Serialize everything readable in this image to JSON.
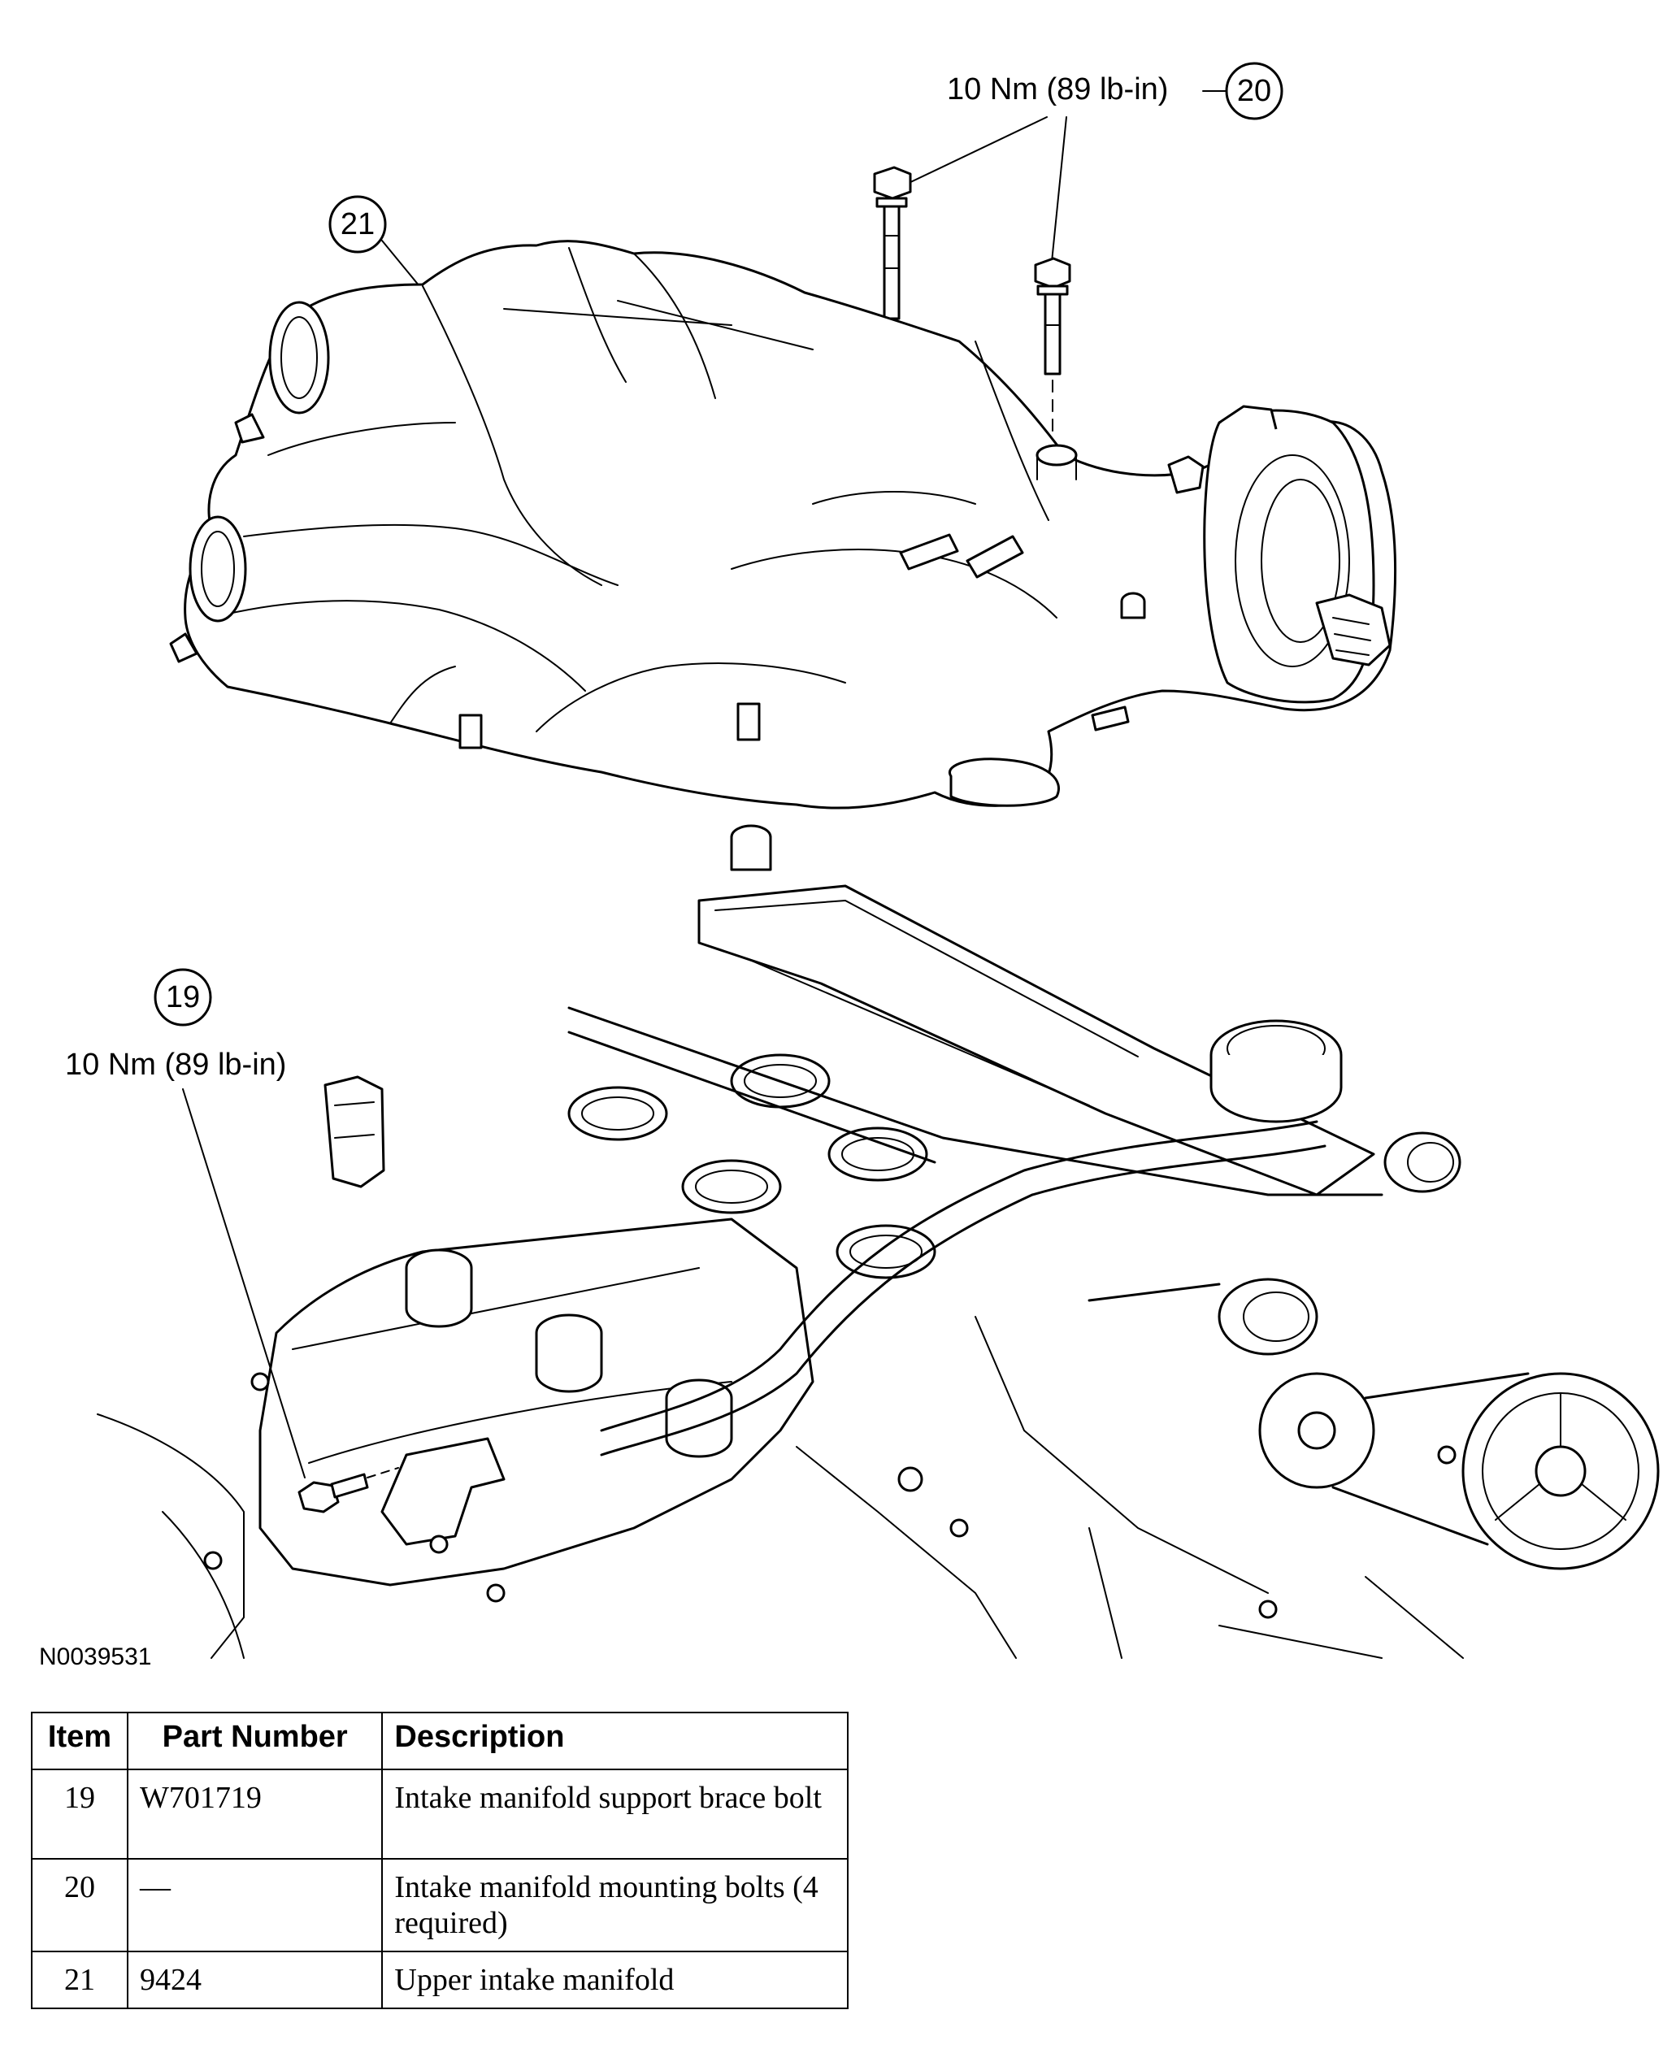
{
  "callouts": {
    "c19": {
      "number": "19",
      "torque": "10 Nm (89 lb-in)"
    },
    "c20": {
      "number": "20",
      "torque": "10 Nm (89 lb-in)"
    },
    "c21": {
      "number": "21"
    }
  },
  "figure_id": "N0039531",
  "table": {
    "headers": {
      "item": "Item",
      "part_number": "Part Number",
      "description": "Description"
    },
    "rows": [
      {
        "item": "19",
        "part_number": "W701719",
        "description": "Intake manifold support brace bolt"
      },
      {
        "item": "20",
        "part_number": "—",
        "description": "Intake manifold mounting bolts (4 required)"
      },
      {
        "item": "21",
        "part_number": "9424",
        "description": "Upper intake manifold"
      }
    ]
  }
}
